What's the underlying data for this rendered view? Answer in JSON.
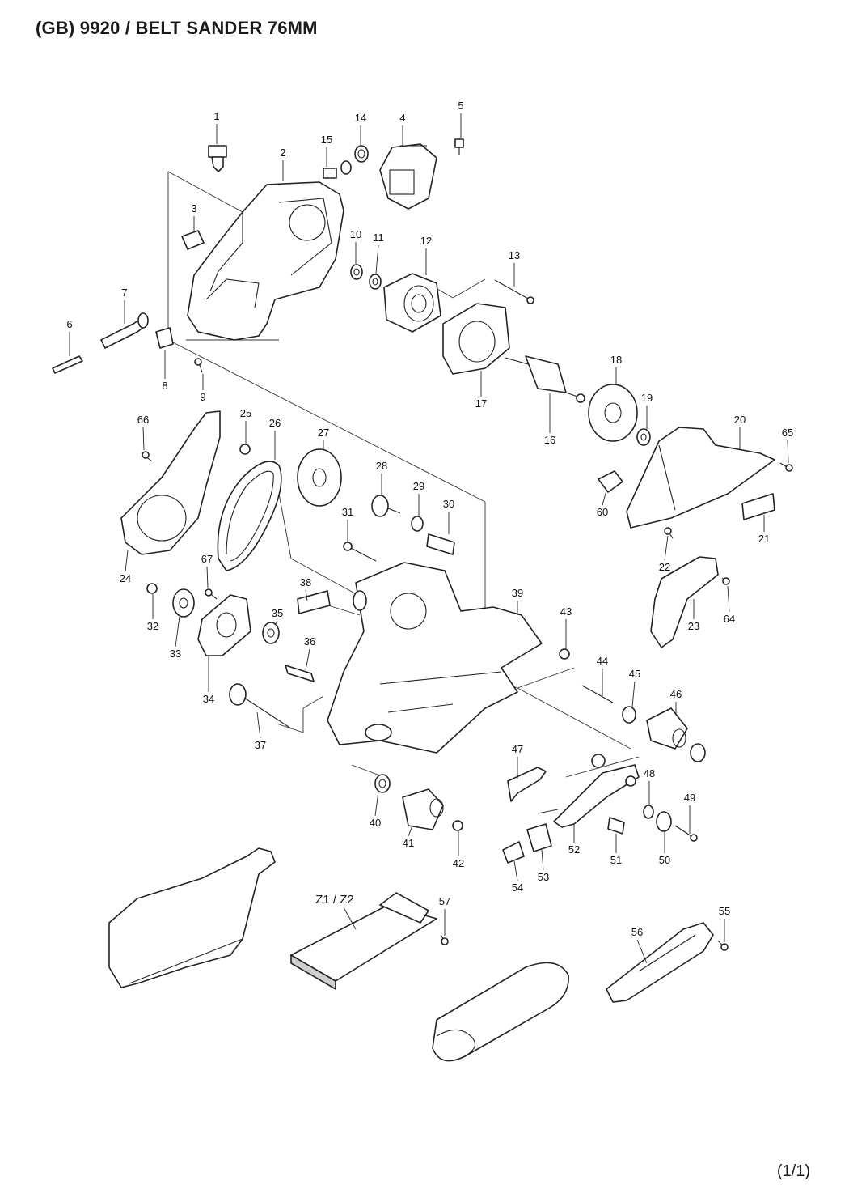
{
  "title": "(GB) 9920 / BELT SANDER 76MM",
  "page_number": "(1/1)",
  "callouts": [
    {
      "id": "c1",
      "label": "1"
    },
    {
      "id": "c2",
      "label": "2"
    },
    {
      "id": "c3",
      "label": "3"
    },
    {
      "id": "c4",
      "label": "4"
    },
    {
      "id": "c5",
      "label": "5"
    },
    {
      "id": "c6",
      "label": "6"
    },
    {
      "id": "c7",
      "label": "7"
    },
    {
      "id": "c8",
      "label": "8"
    },
    {
      "id": "c9",
      "label": "9"
    },
    {
      "id": "c10",
      "label": "10"
    },
    {
      "id": "c11",
      "label": "11"
    },
    {
      "id": "c12",
      "label": "12"
    },
    {
      "id": "c13",
      "label": "13"
    },
    {
      "id": "c14",
      "label": "14"
    },
    {
      "id": "c15",
      "label": "15"
    },
    {
      "id": "c16",
      "label": "16"
    },
    {
      "id": "c17",
      "label": "17"
    },
    {
      "id": "c18",
      "label": "18"
    },
    {
      "id": "c19",
      "label": "19"
    },
    {
      "id": "c20",
      "label": "20"
    },
    {
      "id": "c21",
      "label": "21"
    },
    {
      "id": "c22",
      "label": "22"
    },
    {
      "id": "c23",
      "label": "23"
    },
    {
      "id": "c24",
      "label": "24"
    },
    {
      "id": "c25",
      "label": "25"
    },
    {
      "id": "c26",
      "label": "26"
    },
    {
      "id": "c27",
      "label": "27"
    },
    {
      "id": "c28",
      "label": "28"
    },
    {
      "id": "c29",
      "label": "29"
    },
    {
      "id": "c30",
      "label": "30"
    },
    {
      "id": "c31",
      "label": "31"
    },
    {
      "id": "c32",
      "label": "32"
    },
    {
      "id": "c33",
      "label": "33"
    },
    {
      "id": "c34",
      "label": "34"
    },
    {
      "id": "c35",
      "label": "35"
    },
    {
      "id": "c36",
      "label": "36"
    },
    {
      "id": "c37",
      "label": "37"
    },
    {
      "id": "c38",
      "label": "38"
    },
    {
      "id": "c39",
      "label": "39"
    },
    {
      "id": "c40",
      "label": "40"
    },
    {
      "id": "c41",
      "label": "41"
    },
    {
      "id": "c42",
      "label": "42"
    },
    {
      "id": "c43",
      "label": "43"
    },
    {
      "id": "c44",
      "label": "44"
    },
    {
      "id": "c45",
      "label": "45"
    },
    {
      "id": "c46",
      "label": "46"
    },
    {
      "id": "c47",
      "label": "47"
    },
    {
      "id": "c48",
      "label": "48"
    },
    {
      "id": "c49",
      "label": "49"
    },
    {
      "id": "c50",
      "label": "50"
    },
    {
      "id": "c51",
      "label": "51"
    },
    {
      "id": "c52",
      "label": "52"
    },
    {
      "id": "c53",
      "label": "53"
    },
    {
      "id": "c54",
      "label": "54"
    },
    {
      "id": "c55",
      "label": "55"
    },
    {
      "id": "c56",
      "label": "56"
    },
    {
      "id": "c57",
      "label": "57"
    },
    {
      "id": "c60",
      "label": "60"
    },
    {
      "id": "c64",
      "label": "64"
    },
    {
      "id": "c65",
      "label": "65"
    },
    {
      "id": "c66",
      "label": "66"
    },
    {
      "id": "c67",
      "label": "67"
    },
    {
      "id": "cz",
      "label": "Z1 / Z2"
    }
  ]
}
